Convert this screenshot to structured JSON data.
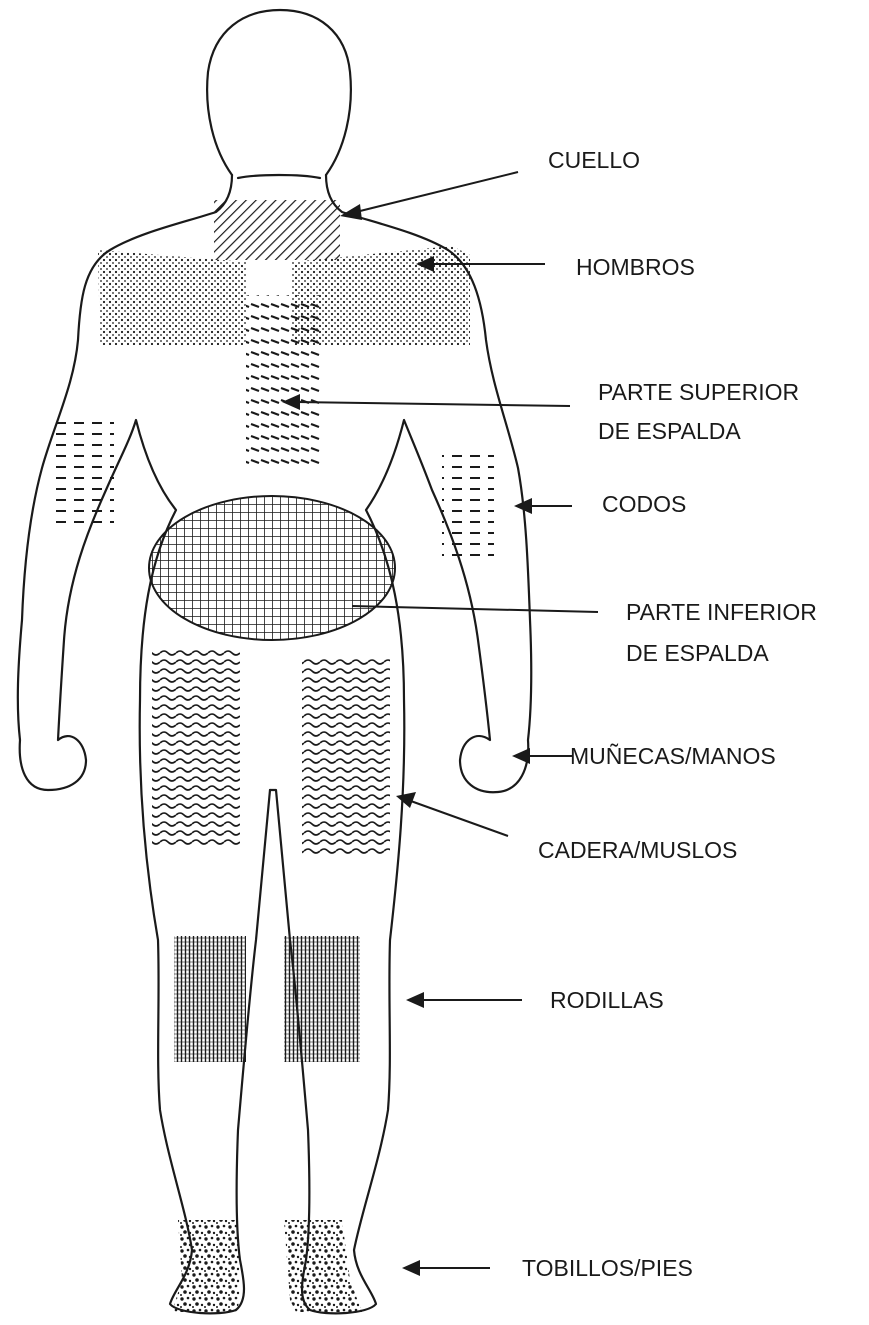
{
  "regions": [
    {
      "id": "neck",
      "label_lines": [
        "CUELLO"
      ],
      "pattern": "diagonal-hatch"
    },
    {
      "id": "shoulders",
      "label_lines": [
        "HOMBROS"
      ],
      "pattern": "dotted"
    },
    {
      "id": "upper-back",
      "label_lines": [
        "PARTE SUPERIOR",
        "DE ESPALDA"
      ],
      "pattern": "short-dashes"
    },
    {
      "id": "elbows",
      "label_lines": [
        "CODOS"
      ],
      "pattern": "dashes"
    },
    {
      "id": "lower-back",
      "label_lines": [
        "PARTE INFERIOR",
        "DE ESPALDA"
      ],
      "pattern": "crosshatch-grid"
    },
    {
      "id": "wrists-hands",
      "label_lines": [
        "MUÑECAS/MANOS"
      ],
      "pattern": "none"
    },
    {
      "id": "hips-thighs",
      "label_lines": [
        "CADERA/MUSLOS"
      ],
      "pattern": "wavy"
    },
    {
      "id": "knees",
      "label_lines": [
        "RODILLAS"
      ],
      "pattern": "fine-vertical"
    },
    {
      "id": "ankles-feet",
      "label_lines": [
        "TOBILLOS/PIES"
      ],
      "pattern": "speckled"
    }
  ],
  "colors": {
    "ink": "#1a1a1a",
    "background": "#ffffff"
  }
}
